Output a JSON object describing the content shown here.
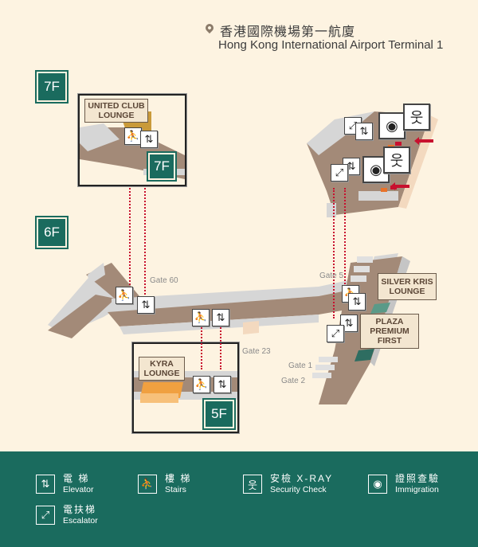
{
  "header": {
    "title_zh": "香港國際機場第一航廈",
    "title_en": "Hong Kong International Airport Terminal 1",
    "pin_icon": "location-pin-icon"
  },
  "floors": {
    "f7": "7F",
    "f6": "6F",
    "f5": "5F"
  },
  "lounges": {
    "united": "UNITED CLUB LOUNGE",
    "kyra": "KYRA LOUNGE",
    "silverkris": "SILVER KRIS LOUNGE",
    "plaza": "PLAZA PREMIUM FIRST"
  },
  "gates": {
    "g60": "Gate 60",
    "g23": "Gate 23",
    "g5": "Gate 5",
    "g1": "Gate 1",
    "g2": "Gate 2"
  },
  "icons": {
    "elevator": "⇅",
    "stairs": "⛹",
    "escalator": "⤢",
    "security": "웃",
    "immigration": "◉"
  },
  "legend": {
    "items": [
      {
        "zh": "電 梯",
        "en": "Elevator",
        "icon": "elevator-icon"
      },
      {
        "zh": "樓 梯",
        "en": "Stairs",
        "icon": "stairs-icon"
      },
      {
        "zh": "安檢 X-RAY",
        "en": "Security Check",
        "icon": "security-check-icon"
      },
      {
        "zh": "證照查驗",
        "en": "Immigration",
        "icon": "immigration-icon"
      },
      {
        "zh": "電扶梯",
        "en": "Escalator",
        "icon": "escalator-icon"
      }
    ]
  },
  "colors": {
    "background": "#fdf3e1",
    "brand_green": "#1a6b5e",
    "floor": "#a38a78",
    "wall": "#d6d6d6",
    "route_red": "#c8102e",
    "kyra_orange": "#f0a040",
    "united_gold": "#c99a3a"
  }
}
